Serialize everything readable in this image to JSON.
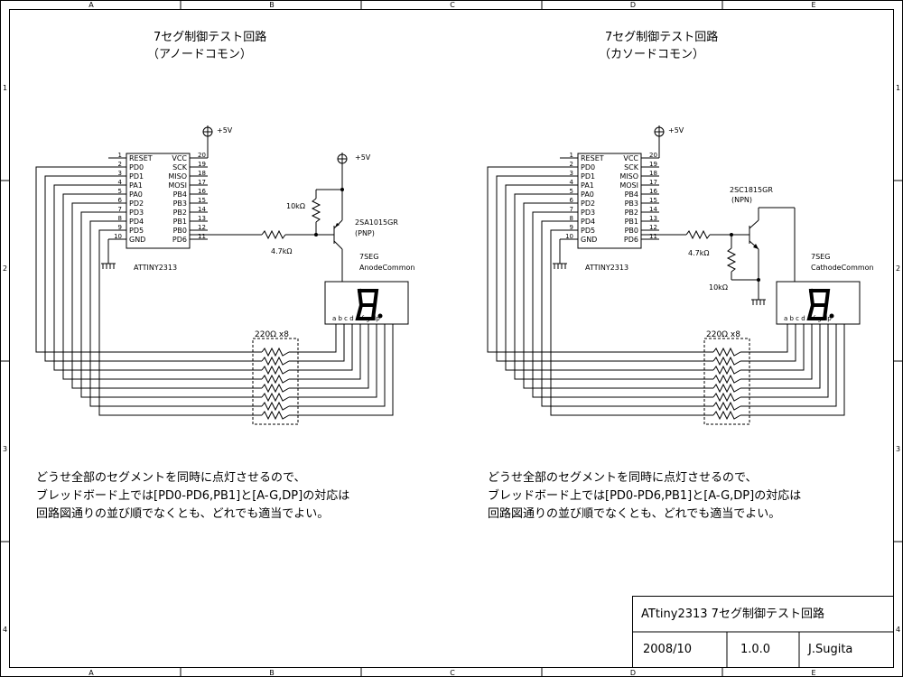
{
  "ruler": {
    "cols": [
      "A",
      "B",
      "C",
      "D",
      "E"
    ],
    "rows": [
      "1",
      "2",
      "3",
      "4"
    ]
  },
  "left": {
    "title1": "7セグ制御テスト回路",
    "title2": "（アノードコモン）",
    "chip": {
      "name": "ATTINY2313",
      "left_pins": [
        {
          "num": "1",
          "label": "RESET"
        },
        {
          "num": "2",
          "label": "PD0"
        },
        {
          "num": "3",
          "label": "PD1"
        },
        {
          "num": "4",
          "label": "PA1"
        },
        {
          "num": "5",
          "label": "PA0"
        },
        {
          "num": "6",
          "label": "PD2"
        },
        {
          "num": "7",
          "label": "PD3"
        },
        {
          "num": "8",
          "label": "PD4"
        },
        {
          "num": "9",
          "label": "PD5"
        },
        {
          "num": "10",
          "label": "GND"
        }
      ],
      "right_pins": [
        {
          "num": "20",
          "label": "VCC"
        },
        {
          "num": "19",
          "label": "SCK"
        },
        {
          "num": "18",
          "label": "MISO"
        },
        {
          "num": "17",
          "label": "MOSI"
        },
        {
          "num": "16",
          "label": "PB4"
        },
        {
          "num": "15",
          "label": "PB3"
        },
        {
          "num": "14",
          "label": "PB2"
        },
        {
          "num": "13",
          "label": "PB1"
        },
        {
          "num": "12",
          "label": "PB0"
        },
        {
          "num": "11",
          "label": "PD6"
        }
      ]
    },
    "vcc_label": "+5V",
    "vcc2_label": "+5V",
    "r_base": "4.7kΩ",
    "r_bias": "10kΩ",
    "transistor": "2SA1015GR",
    "transistor_type": "(PNP)",
    "seg_name": "7SEG",
    "seg_type": "AnodeCommon",
    "res_array": "220Ω x8",
    "seg_pins": "a b c d e f g dp",
    "note": [
      "どうせ全部のセグメントを同時に点灯させるので、",
      "ブレッドボード上では[PD0-PD6,PB1]と[A-G,DP]の対応は",
      "回路図通りの並び順でなくとも、どれでも適当でよい。"
    ]
  },
  "right": {
    "title1": "7セグ制御テスト回路",
    "title2": "（カソードコモン）",
    "chip": {
      "name": "ATTINY2313",
      "left_pins": [
        {
          "num": "1",
          "label": "RESET"
        },
        {
          "num": "2",
          "label": "PD0"
        },
        {
          "num": "3",
          "label": "PD1"
        },
        {
          "num": "4",
          "label": "PA1"
        },
        {
          "num": "5",
          "label": "PA0"
        },
        {
          "num": "6",
          "label": "PD2"
        },
        {
          "num": "7",
          "label": "PD3"
        },
        {
          "num": "8",
          "label": "PD4"
        },
        {
          "num": "9",
          "label": "PD5"
        },
        {
          "num": "10",
          "label": "GND"
        }
      ],
      "right_pins": [
        {
          "num": "20",
          "label": "VCC"
        },
        {
          "num": "19",
          "label": "SCK"
        },
        {
          "num": "18",
          "label": "MISO"
        },
        {
          "num": "17",
          "label": "MOSI"
        },
        {
          "num": "16",
          "label": "PB4"
        },
        {
          "num": "15",
          "label": "PB3"
        },
        {
          "num": "14",
          "label": "PB2"
        },
        {
          "num": "13",
          "label": "PB1"
        },
        {
          "num": "12",
          "label": "PB0"
        },
        {
          "num": "11",
          "label": "PD6"
        }
      ]
    },
    "vcc_label": "+5V",
    "r_base": "4.7kΩ",
    "r_bias": "10kΩ",
    "transistor": "2SC1815GR",
    "transistor_type": "(NPN)",
    "seg_name": "7SEG",
    "seg_type": "CathodeCommon",
    "res_array": "220Ω x8",
    "seg_pins": "a b c d e f g dp",
    "note": [
      "どうせ全部のセグメントを同時に点灯させるので、",
      "ブレッドボード上では[PD0-PD6,PB1]と[A-G,DP]の対応は",
      "回路図通りの並び順でなくとも、どれでも適当でよい。"
    ]
  },
  "title_block": {
    "title": "ATtiny2313 7セグ制御テスト回路",
    "date": "2008/10",
    "version": "1.0.0",
    "author": "J.Sugita"
  }
}
